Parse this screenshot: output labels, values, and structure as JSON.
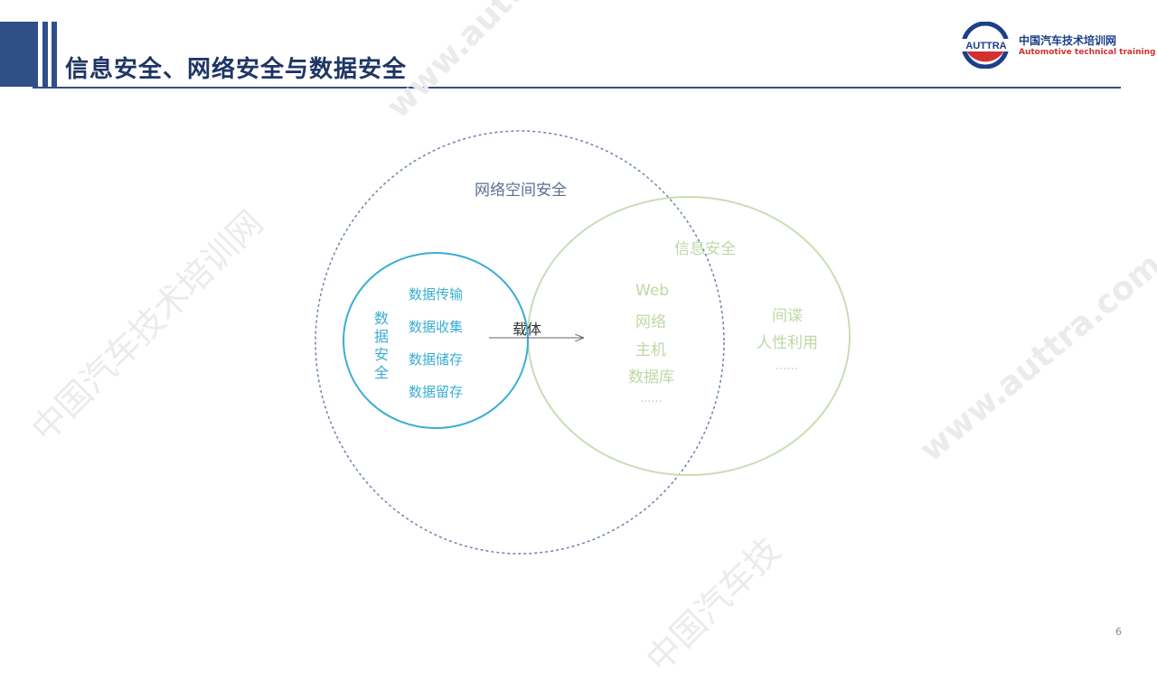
{
  "header": {
    "title": "信息安全、网络安全与数据安全"
  },
  "logo": {
    "brand": "AUTTRA",
    "name_cn": "中国汽车技术培训网",
    "name_en": "Automotive technical training"
  },
  "watermarks": {
    "url_top": "www.auttra.com",
    "url_right": "www.auttra.com",
    "cn_left": "中国汽车技术培训网",
    "cn_bottom": "中国汽车技"
  },
  "diagram": {
    "cyberspace_label": "网络空间安全",
    "info_security_label": "信息安全",
    "data_security_label": [
      "数",
      "据",
      "安",
      "全"
    ],
    "data_items": [
      "数据传输",
      "数据收集",
      "数据储存",
      "数据留存"
    ],
    "carrier_label": "载体",
    "carrier_items": [
      "Web",
      "网络",
      "主机",
      "数据库",
      "......"
    ],
    "human_items": [
      "间谍",
      "人性利用",
      "......"
    ]
  },
  "footer": {
    "page_number": "6"
  },
  "colors": {
    "header": "#2f4f87",
    "title": "#1f3566",
    "data_circle": "#3aaed3",
    "info_circle": "#c9ddb4",
    "cyber_circle": "#6a84a8"
  }
}
